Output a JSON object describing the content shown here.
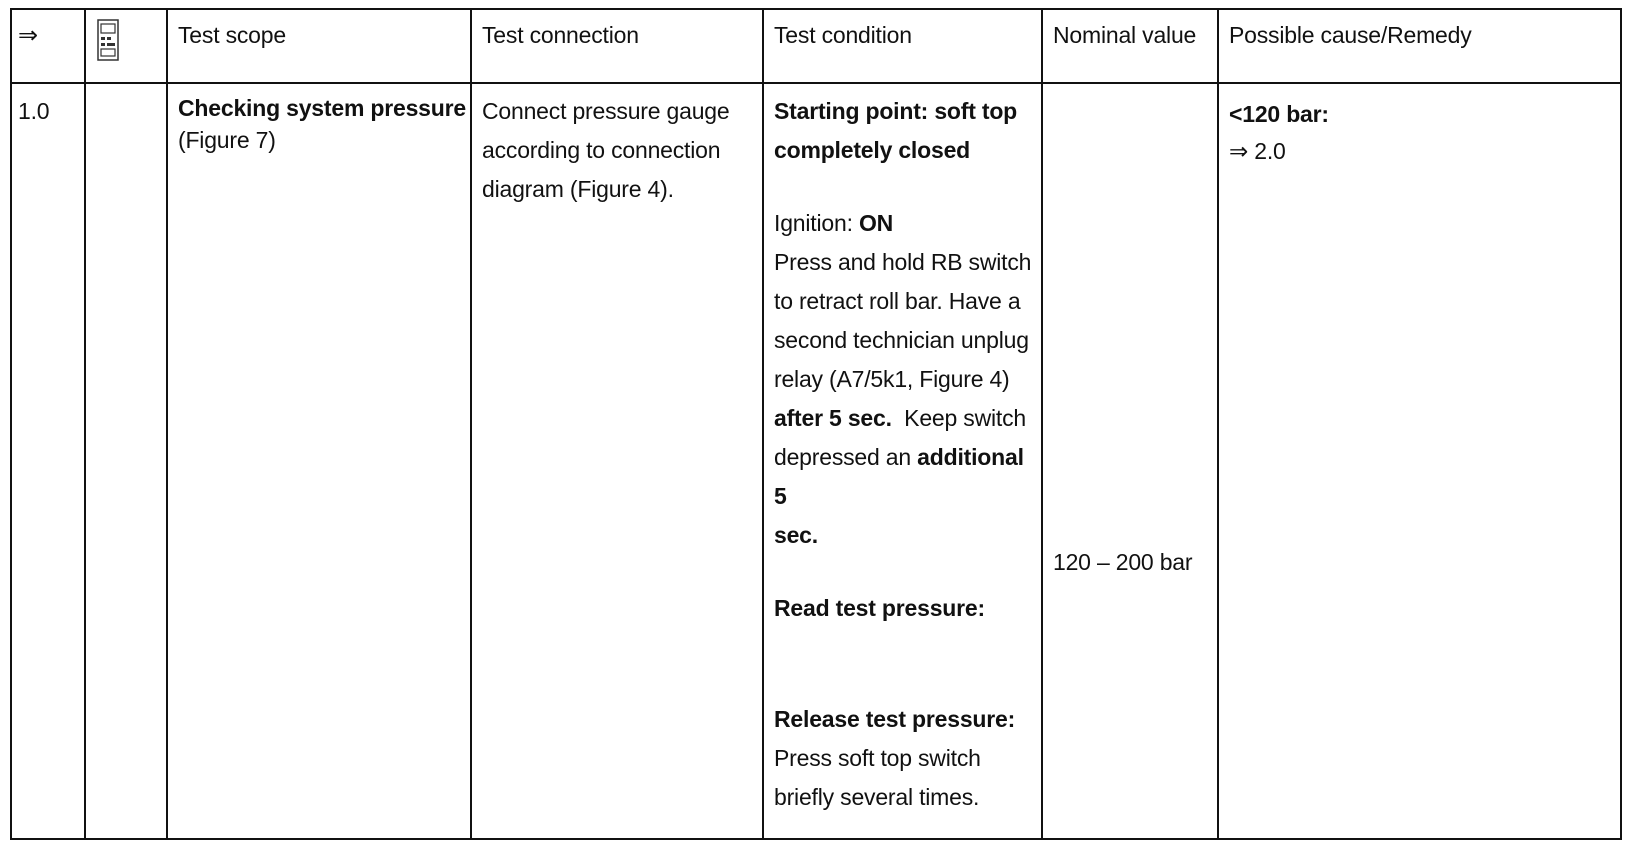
{
  "header": {
    "arrow": "⇒",
    "icon": "tester-icon",
    "test_scope": "Test scope",
    "test_connection": "Test connection",
    "test_condition": "Test condition",
    "nominal_value": "Nominal value",
    "possible_cause": "Possible cause/Remedy"
  },
  "row": {
    "step": "1.0",
    "scope_title": "Checking system pressure",
    "scope_figure": "(Figure 7)",
    "connection": [
      "Connect pressure gauge",
      "according to connection",
      "diagram (Figure 4)."
    ],
    "condition": {
      "start_1": "Starting point: soft top",
      "start_2": "completely closed",
      "ignition_label": "Ignition: ",
      "ignition_value": "ON",
      "line_1": "Press and hold RB switch",
      "line_2": "to retract roll bar. Have a",
      "line_3": "second technician unplug",
      "line_4": "relay (A7/5k1, Figure 4)",
      "after_bold": "after 5 sec.",
      "after_rest": "  Keep switch",
      "dep_text": "depressed an ",
      "dep_bold": "additional 5",
      "sec_bold": "sec.",
      "read_pressure": "Read test pressure:",
      "release_pressure": "Release test pressure:",
      "release_1": "Press soft top switch",
      "release_2": "briefly several times."
    },
    "nominal": "120 – 200 bar",
    "cause_bold": "<120 bar:",
    "cause_link": "⇒ 2.0"
  }
}
